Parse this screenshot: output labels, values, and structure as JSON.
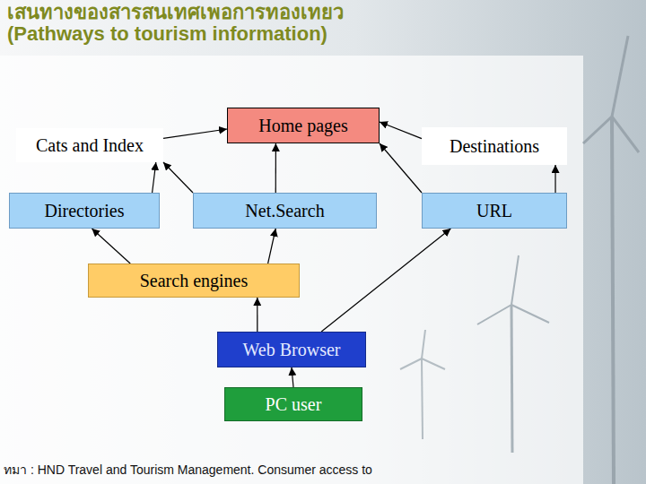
{
  "diagram": {
    "title": "เสนทางของสารสนเทศเพอการทองเทยว (Pathways to tourism information)",
    "caption": "ทมา : HND Travel and Tourism Management. Consumer access to",
    "nodes": [
      {
        "text": [
          "Home pages"
        ]
      },
      {
        "text": [
          "Cats and Index"
        ]
      },
      {
        "text": [
          "Destinations"
        ]
      },
      {
        "text": [
          "Directories"
        ]
      },
      {
        "text": [
          "Net.Search"
        ]
      },
      {
        "text": [
          "URL"
        ]
      },
      {
        "text": [
          "Search engines"
        ]
      },
      {
        "text": [
          "Web Browser"
        ]
      },
      {
        "text": [
          "PC user"
        ]
      }
    ],
    "edges": [
      {
        "from": 1,
        "to": 0,
        "arrow": "to"
      },
      {
        "from": 3,
        "to": 1,
        "arrow": "to"
      },
      {
        "from": 4,
        "to": 1,
        "arrow": "to"
      },
      {
        "from": 4,
        "to": 0,
        "arrow": "to"
      },
      {
        "from": 2,
        "to": 0,
        "arrow": "to"
      },
      {
        "from": 5,
        "to": 0,
        "arrow": "to"
      },
      {
        "from": 5,
        "to": 2,
        "arrow": "to"
      },
      {
        "from": 6,
        "to": 3,
        "arrow": "to"
      },
      {
        "from": 6,
        "to": 4,
        "arrow": "to"
      },
      {
        "from": 7,
        "to": 6,
        "arrow": "to"
      },
      {
        "from": 7,
        "to": 5,
        "arrow": "to"
      },
      {
        "from": 8,
        "to": 7,
        "arrow": "to"
      }
    ]
  }
}
